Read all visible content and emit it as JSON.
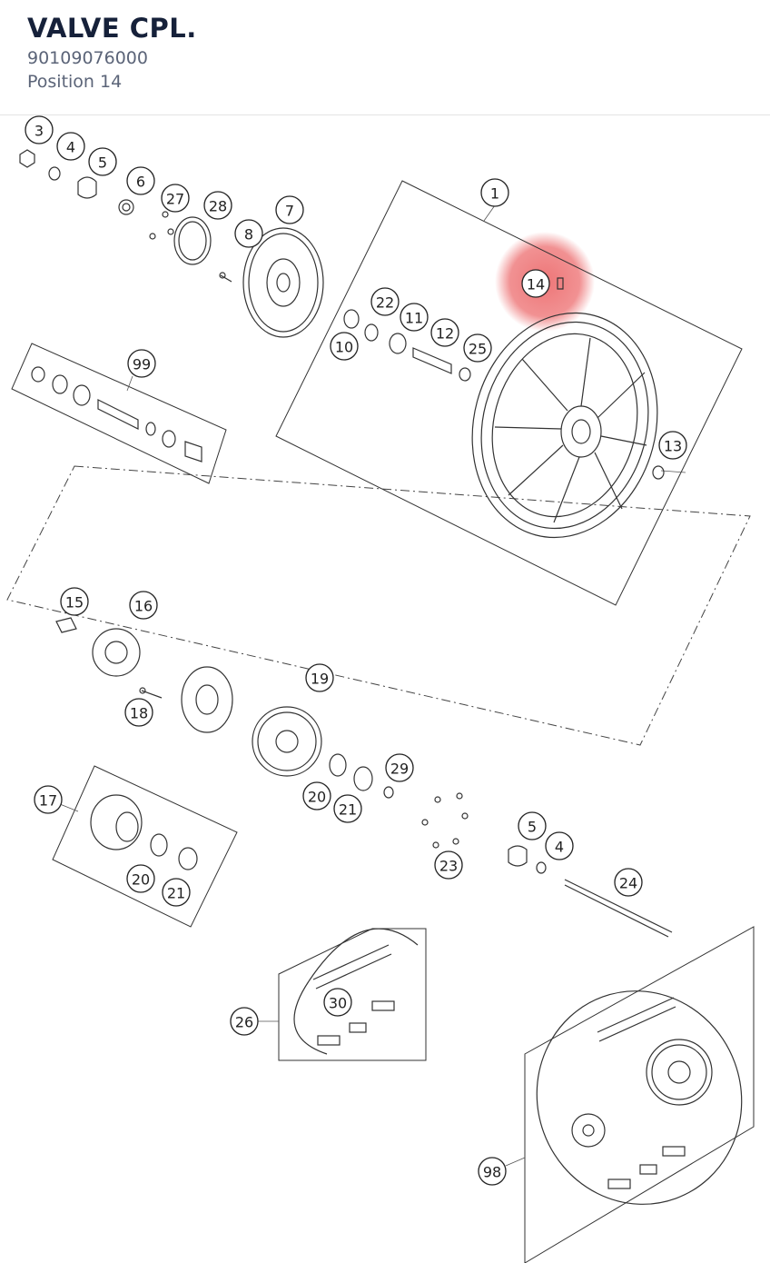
{
  "part": {
    "name": "VALVE CPL.",
    "number": "90109076000",
    "position": "Position 14"
  },
  "highlight_color": "#e8484a",
  "labels": [
    "1",
    "3",
    "4",
    "5",
    "6",
    "7",
    "8",
    "10",
    "11",
    "12",
    "13",
    "14",
    "15",
    "16",
    "17",
    "18",
    "19",
    "20",
    "21",
    "22",
    "23",
    "24",
    "25",
    "26",
    "27",
    "28",
    "29",
    "30",
    "98",
    "99"
  ]
}
